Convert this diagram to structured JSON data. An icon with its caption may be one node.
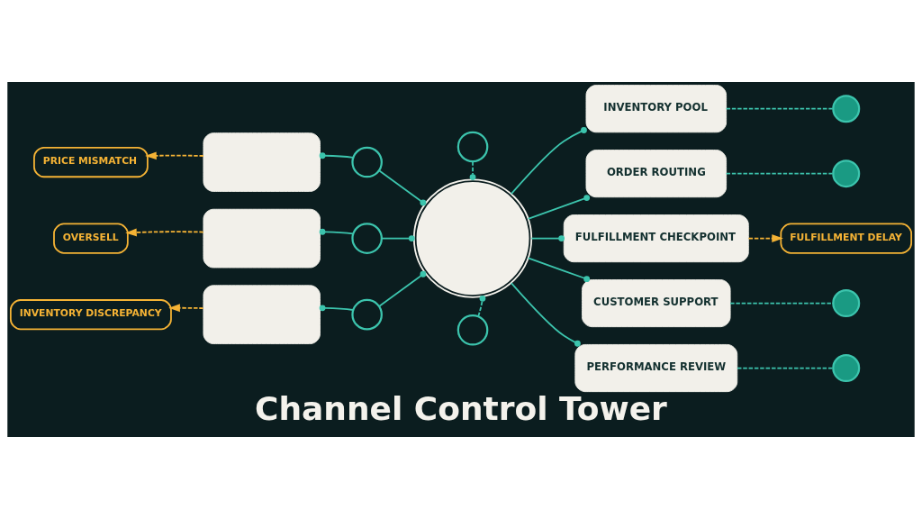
{
  "diagram": {
    "title": "Channel Control Tower",
    "nodes": [
      {
        "text": [
          "PRICE MISMATCH"
        ]
      },
      {
        "text": [],
        "shape": "box"
      },
      {
        "text": [],
        "shape": "circle"
      },
      {
        "text": [
          "OVERSELL"
        ]
      },
      {
        "text": [],
        "shape": "box"
      },
      {
        "text": [],
        "shape": "circle"
      },
      {
        "text": [
          "INVENTORY DISCREPANCY"
        ]
      },
      {
        "text": [],
        "shape": "box"
      },
      {
        "text": [],
        "shape": "circle"
      },
      {
        "text": [],
        "shape": "circle"
      },
      {
        "text": [],
        "shape": "circle"
      },
      {
        "text": [],
        "shape": "circle"
      },
      {
        "text": [
          "INVENTORY POOL"
        ]
      },
      {
        "text": [],
        "shape": "circle"
      },
      {
        "text": [
          "ORDER ROUTING"
        ]
      },
      {
        "text": [],
        "shape": "circle"
      },
      {
        "text": [
          "FULFILLMENT CHECKPOINT"
        ]
      },
      {
        "text": [
          "FULFILLMENT DELAY"
        ]
      },
      {
        "text": [
          "CUSTOMER SUPPORT"
        ]
      },
      {
        "text": [],
        "shape": "circle"
      },
      {
        "text": [
          "PERFORMANCE REVIEW"
        ]
      },
      {
        "text": [],
        "shape": "circle"
      }
    ],
    "edges": [
      {
        "from": 1,
        "to": 0,
        "arrow": "to",
        "style": "dashed",
        "color": "#f5b335"
      },
      {
        "from": 2,
        "to": 1,
        "arrow": "other"
      },
      {
        "from": 2,
        "to": 10,
        "arrow": "other"
      },
      {
        "from": 4,
        "to": 3,
        "arrow": "to",
        "style": "dashed",
        "color": "#f5b335"
      },
      {
        "from": 5,
        "to": 4,
        "arrow": "other"
      },
      {
        "from": 5,
        "to": 10,
        "arrow": "other"
      },
      {
        "from": 7,
        "to": 6,
        "arrow": "to",
        "style": "dashed",
        "color": "#f5b335"
      },
      {
        "from": 8,
        "to": 7,
        "arrow": "other"
      },
      {
        "from": 8,
        "to": 10,
        "arrow": "other"
      },
      {
        "from": 9,
        "to": 10,
        "arrow": "other",
        "style": "dashed"
      },
      {
        "from": 11,
        "to": 10,
        "arrow": "other",
        "style": "dashed"
      },
      {
        "from": 10,
        "to": 12,
        "arrow": "other"
      },
      {
        "from": 12,
        "to": 13,
        "arrow": "none",
        "style": "dashed"
      },
      {
        "from": 10,
        "to": 14,
        "arrow": "other"
      },
      {
        "from": 14,
        "to": 15,
        "arrow": "none",
        "style": "dashed"
      },
      {
        "from": 10,
        "to": 16,
        "arrow": "other"
      },
      {
        "from": 16,
        "to": 17,
        "arrow": "to",
        "style": "dashed",
        "color": "#f5b335"
      },
      {
        "from": 10,
        "to": 18,
        "arrow": "other"
      },
      {
        "from": 18,
        "to": 19,
        "arrow": "none",
        "style": "dashed"
      },
      {
        "from": 10,
        "to": 20,
        "arrow": "other"
      },
      {
        "from": 20,
        "to": 21,
        "arrow": "none",
        "style": "dashed"
      }
    ]
  }
}
